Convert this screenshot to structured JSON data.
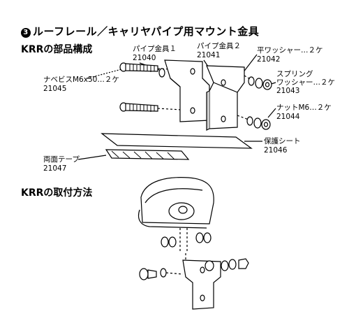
{
  "title": {
    "number": "3",
    "text": "ルーフレール／キャリヤパイプ用マウント金具"
  },
  "sections": {
    "parts": "KRRの部品構成",
    "install": "KRRの取付方法"
  },
  "parts": [
    {
      "name": "パイプ金具１",
      "code": "21040"
    },
    {
      "name": "パイプ金具２",
      "code": "21041"
    },
    {
      "name": "平ワッシャー…２ケ",
      "code": "21042"
    },
    {
      "name": "ナベビスM6x50…２ケ",
      "code": "21045"
    },
    {
      "name_line1": "スプリング",
      "name_line2": "ワッシャー…２ケ",
      "code": "21043"
    },
    {
      "name": "ナットM6…２ケ",
      "code": "21044"
    },
    {
      "name": "保護シート",
      "code": "21046"
    },
    {
      "name": "両面テープ",
      "code": "21047"
    }
  ]
}
